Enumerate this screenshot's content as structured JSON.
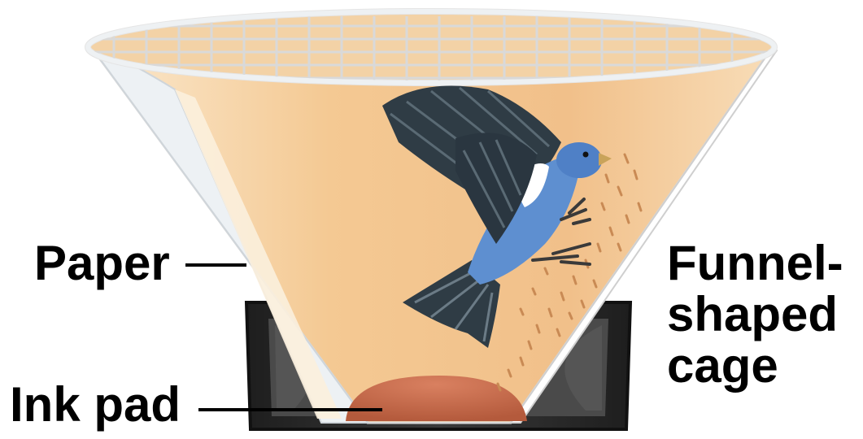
{
  "labels": {
    "paper": "Paper",
    "ink_pad": "Ink pad",
    "cage_line1": "Funnel-",
    "cage_line2": "shaped",
    "cage_line3": "cage"
  },
  "colors": {
    "paper_interior": "#f2c48e",
    "paper_highlight": "#fbe9cf",
    "paper_edge": "#e9eef2",
    "grid_mesh": "#c9c9c9",
    "ink_pad": "#c86a4a",
    "base": "#2c2c2c",
    "bird_body": "#5e8fd0",
    "bird_wing": "#2f3c45",
    "bird_chest": "#ffffff",
    "scratch_marks": "#c98a54"
  },
  "icons": {
    "bird": "indigo-bunting-illustration",
    "cage": "funnel-cage-illustration"
  }
}
